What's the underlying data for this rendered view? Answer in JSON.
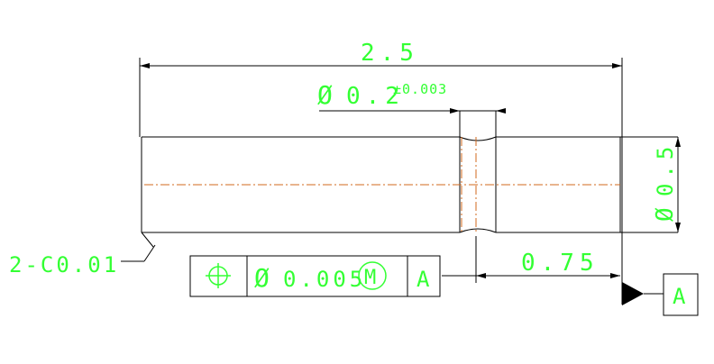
{
  "drawing": {
    "dims": {
      "overall_length": "2.5",
      "groove_dia_symbol": "Ø",
      "groove_dia_value": "0.2",
      "groove_tol": "±0.003",
      "shaft_dia_symbol": "Ø",
      "shaft_dia_value": "0.5",
      "groove_pos": "0.75",
      "chamfer": "2-C0.01"
    },
    "fcf": {
      "symbol": "position",
      "dia_symbol": "Ø",
      "tolerance": "0.005",
      "modifier": "M",
      "datum": "A"
    },
    "datum_label": "A",
    "colors": {
      "text": "#33ff33",
      "outline": "#000000",
      "centerline": "#d2691e"
    }
  }
}
